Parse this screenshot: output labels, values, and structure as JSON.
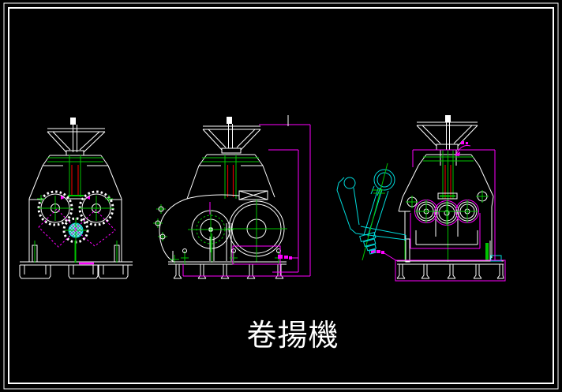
{
  "sheet": {
    "title": "卷揚機",
    "background_color": "#000000",
    "border_color": "#ffffff"
  },
  "palette": {
    "outline_white": "#ffffff",
    "centerline_green": "#00c400",
    "shaft_red": "#d40000",
    "annotation_magenta": "#ff00ff",
    "handle_cyan": "#00dcdc"
  },
  "views": {
    "count": 3,
    "front_view": "winch front elevation with two large gears, pinion and magenta diamond guards",
    "left_side_view": "gearbox housing with shaft end and rope drum, magenta revision boxes at right",
    "right_side_view": "three rollers with magenta highlight rings, cyan ratchet handle assembly at left"
  }
}
